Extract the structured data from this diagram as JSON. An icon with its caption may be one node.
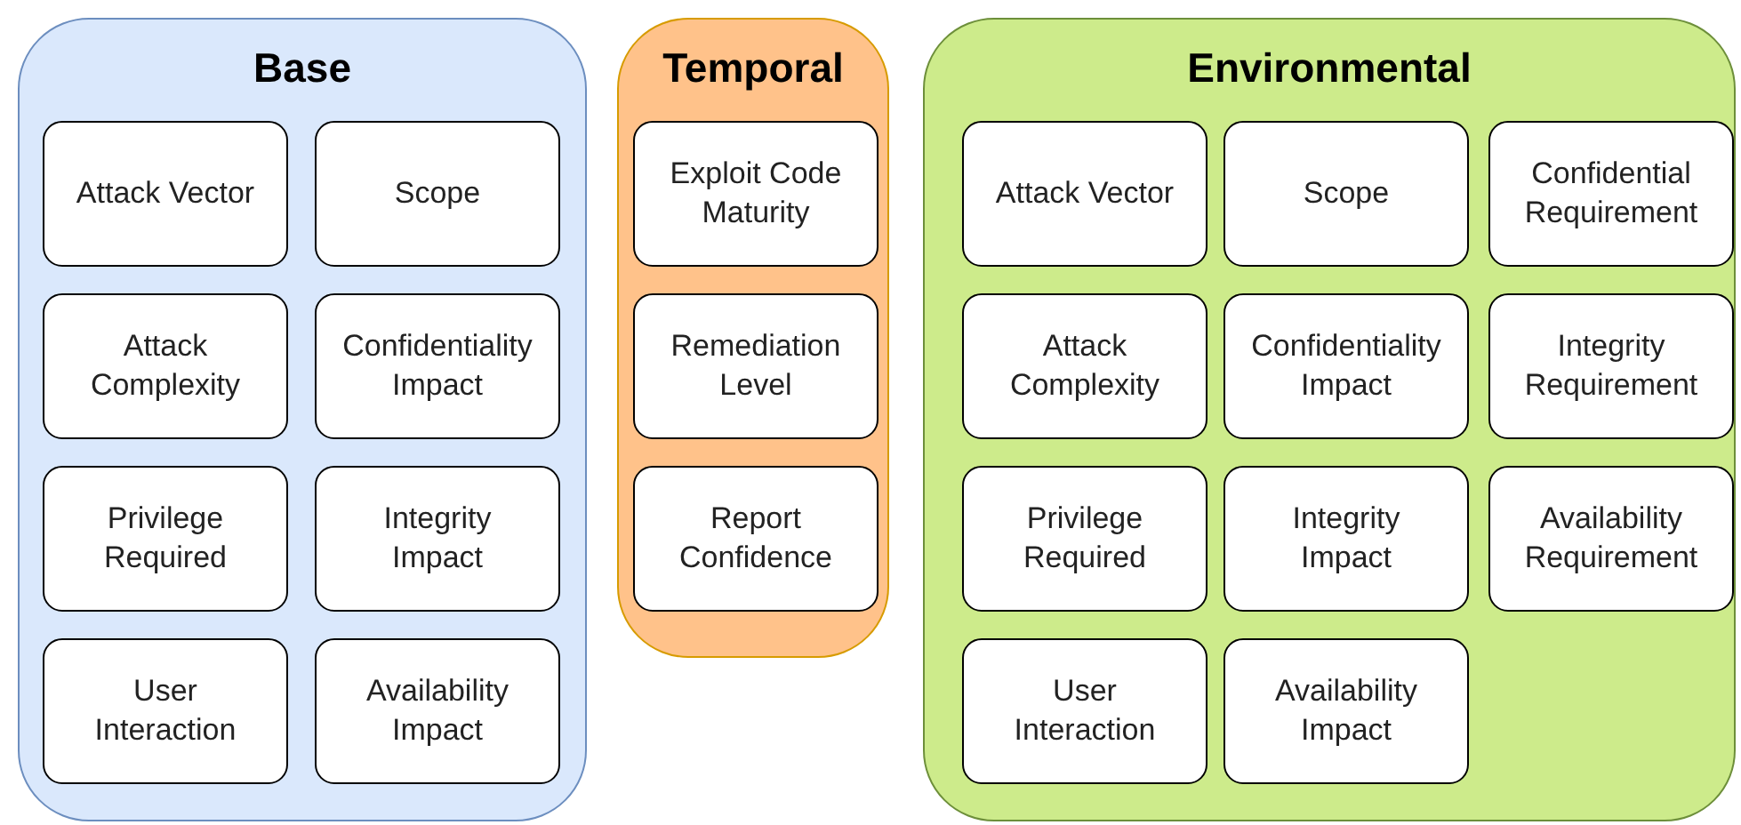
{
  "diagram": {
    "nodes": [
      {
        "text": [
          "Base"
        ]
      },
      {
        "text": [
          "Attack Vector"
        ],
        "in": 0
      },
      {
        "text": [
          "Scope"
        ],
        "in": 0
      },
      {
        "text": [
          "Attack Complexity"
        ],
        "in": 0
      },
      {
        "text": [
          "Confidentiality Impact"
        ],
        "in": 0
      },
      {
        "text": [
          "Privilege Required"
        ],
        "in": 0
      },
      {
        "text": [
          "Integrity Impact"
        ],
        "in": 0
      },
      {
        "text": [
          "User Interaction"
        ],
        "in": 0
      },
      {
        "text": [
          "Availability Impact"
        ],
        "in": 0
      },
      {
        "text": [
          "Temporal"
        ]
      },
      {
        "text": [
          "Exploit Code Maturity"
        ],
        "in": 9
      },
      {
        "text": [
          "Remediation Level"
        ],
        "in": 9
      },
      {
        "text": [
          "Report Confidence"
        ],
        "in": 9
      },
      {
        "text": [
          "Environmental"
        ]
      },
      {
        "text": [
          "Attack Vector"
        ],
        "in": 13
      },
      {
        "text": [
          "Scope"
        ],
        "in": 13
      },
      {
        "text": [
          "Confidential Requirement"
        ],
        "in": 13
      },
      {
        "text": [
          "Attack Complexity"
        ],
        "in": 13
      },
      {
        "text": [
          "Confidentiality Impact"
        ],
        "in": 13
      },
      {
        "text": [
          "Integrity Requirement"
        ],
        "in": 13
      },
      {
        "text": [
          "Privilege Required"
        ],
        "in": 13
      },
      {
        "text": [
          "Integrity Impact"
        ],
        "in": 13
      },
      {
        "text": [
          "Availability Requirement"
        ],
        "in": 13
      },
      {
        "text": [
          "User Interaction"
        ],
        "in": 13
      },
      {
        "text": [
          "Availability Impact"
        ],
        "in": 13
      }
    ]
  }
}
